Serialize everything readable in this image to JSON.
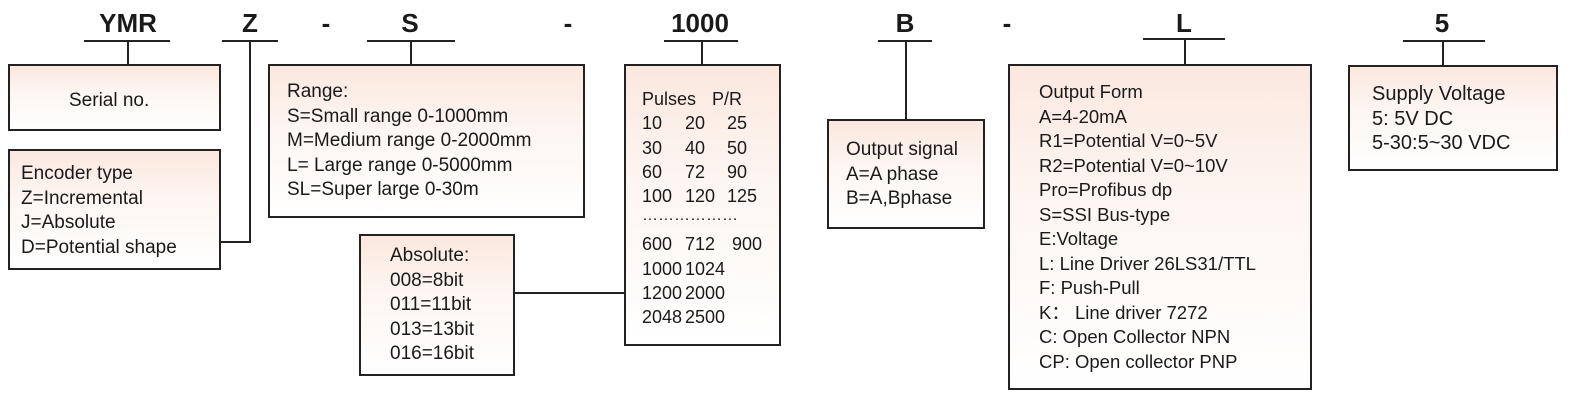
{
  "codes": {
    "ymr": "YMR",
    "z": "Z",
    "dash1": "-",
    "s": "S",
    "dash2": "-",
    "p1000": "1000",
    "b": "B",
    "dash3": "-",
    "l": "L",
    "five": "5"
  },
  "serial": {
    "label": "Serial no."
  },
  "encoder": {
    "lines": [
      "Encoder type",
      "Z=Incremental",
      "J=Absolute",
      "D=Potential shape"
    ]
  },
  "range": {
    "lines": [
      "Range:",
      "S=Small range 0-1000mm",
      "M=Medium range 0-2000mm",
      "L= Large range 0-5000mm",
      "SL=Super large 0-30m"
    ]
  },
  "absolute": {
    "lines": [
      "Absolute:",
      "008=8bit",
      "011=11bit",
      "013=13bit",
      "016=16bit"
    ]
  },
  "pulses": {
    "header": [
      "Pulses",
      "P/R"
    ],
    "rows_top": [
      [
        "10",
        "20",
        "25"
      ],
      [
        "30",
        "40",
        "50"
      ],
      [
        "60",
        "72",
        "90"
      ],
      [
        "100",
        "120",
        "125"
      ]
    ],
    "dots": "………………",
    "rows_bottom": [
      [
        "600",
        "712",
        "900"
      ],
      [
        "1000",
        "1024",
        ""
      ],
      [
        "1200",
        "2000",
        ""
      ],
      [
        "2048",
        "2500",
        ""
      ]
    ]
  },
  "output_signal": {
    "lines": [
      "Output signal",
      "A=A phase",
      "B=A,Bphase"
    ]
  },
  "output_form": {
    "lines": [
      "Output Form",
      "A=4-20mA",
      "R1=Potential V=0~5V",
      "R2=Potential V=0~10V",
      "Pro=Profibus dp",
      "S=SSI Bus-type",
      "E:Voltage",
      "L: Line Driver 26LS31/TTL",
      "F: Push-Pull",
      "K： Line driver 7272",
      "C: Open Collector NPN",
      "CP: Open collector PNP"
    ]
  },
  "supply": {
    "lines": [
      "Supply Voltage",
      "5: 5V DC",
      "5-30:5~30 VDC"
    ]
  }
}
